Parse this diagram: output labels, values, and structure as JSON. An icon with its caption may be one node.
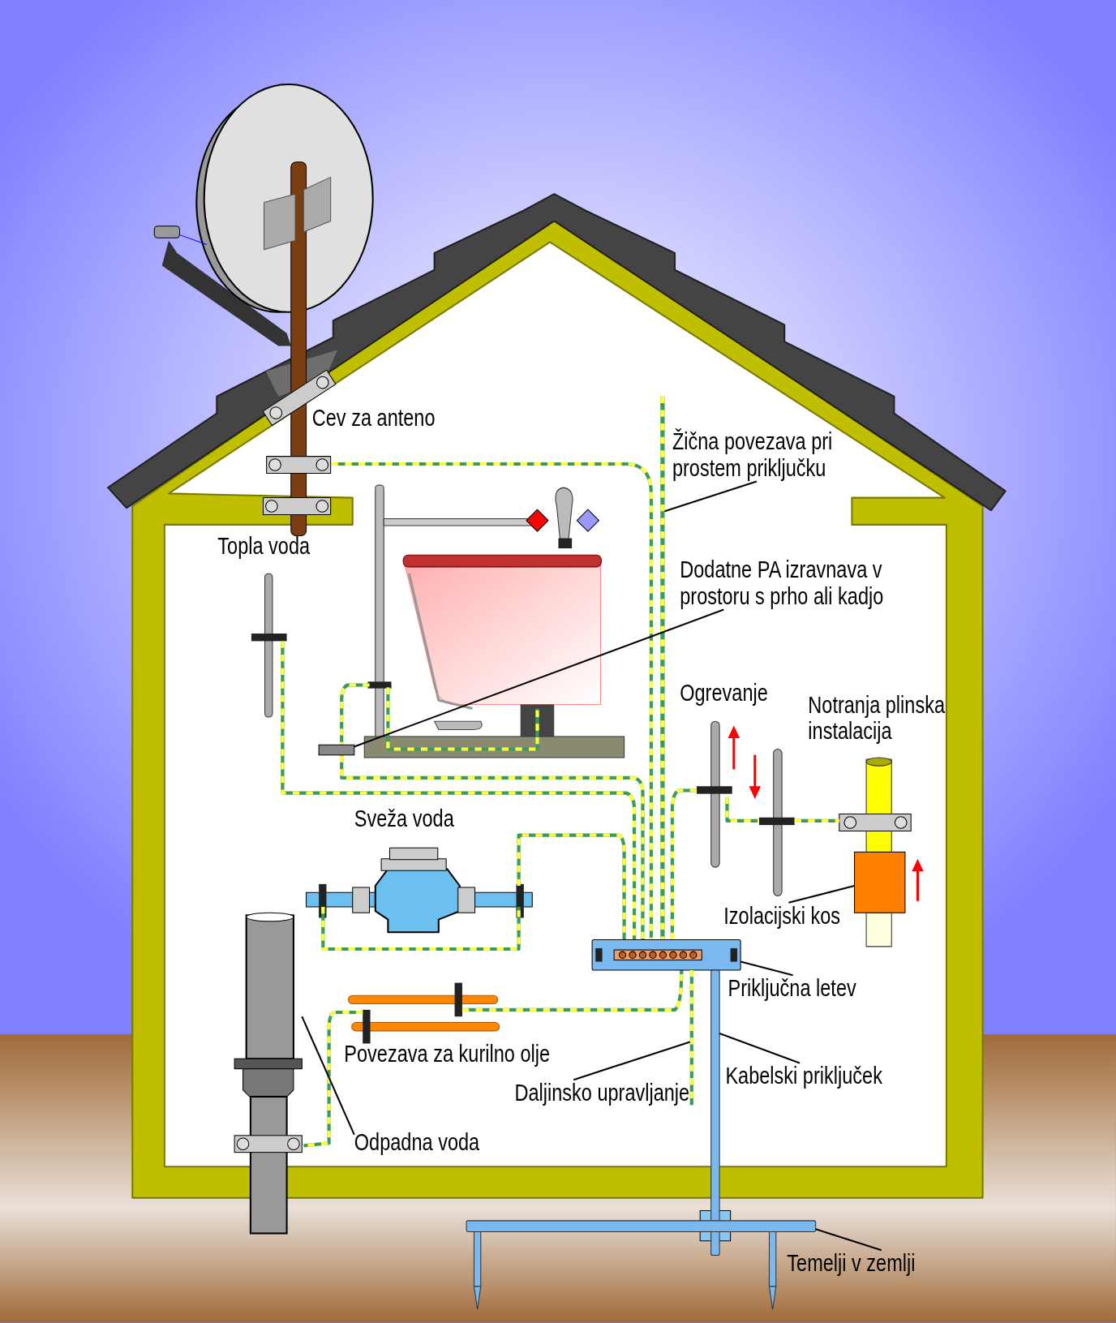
{
  "diagram": {
    "nodes": [
      {
        "text": [
          "Žična povezava pri prostem priključku"
        ]
      },
      {
        "text": [],
        "shape": "picture"
      },
      {
        "text": [
          "Dodatne PA izravnava v prostoru s prho ali kadjo"
        ]
      },
      {
        "text": [],
        "shape": "box"
      },
      {
        "text": [
          "Izolacijski kos"
        ]
      },
      {
        "text": [],
        "shape": "box"
      },
      {
        "text": [
          "Priključna letev"
        ]
      },
      {
        "text": [],
        "shape": "bar"
      },
      {
        "text": [
          "Daljinsko upravljanje"
        ]
      },
      {
        "text": [],
        "shape": "picture"
      },
      {
        "text": [
          "Kabelski priključek"
        ]
      },
      {
        "text": [],
        "shape": "bar"
      },
      {
        "text": [
          "Odpadna voda"
        ]
      },
      {
        "text": [],
        "shape": "picture"
      },
      {
        "text": [
          "Temelji v zemlji"
        ]
      },
      {
        "text": [],
        "shape": "bar"
      }
    ],
    "edges": [
      {
        "from": 0,
        "to": 1,
        "arrow": "none"
      },
      {
        "from": 2,
        "to": 3,
        "arrow": "none"
      },
      {
        "from": 4,
        "to": 5,
        "arrow": "none"
      },
      {
        "from": 6,
        "to": 7,
        "arrow": "none"
      },
      {
        "from": 8,
        "to": 9,
        "arrow": "none"
      },
      {
        "from": 10,
        "to": 11,
        "arrow": "none"
      },
      {
        "from": 12,
        "to": 13,
        "arrow": "none"
      },
      {
        "from": 14,
        "to": 15,
        "arrow": "none"
      }
    ],
    "labels": [
      "Cev za anteno",
      "Topla voda",
      "Ogrevanje",
      "Notranja plinska instalacija",
      "Sveža voda",
      "Povezava za kurilno olje"
    ]
  }
}
